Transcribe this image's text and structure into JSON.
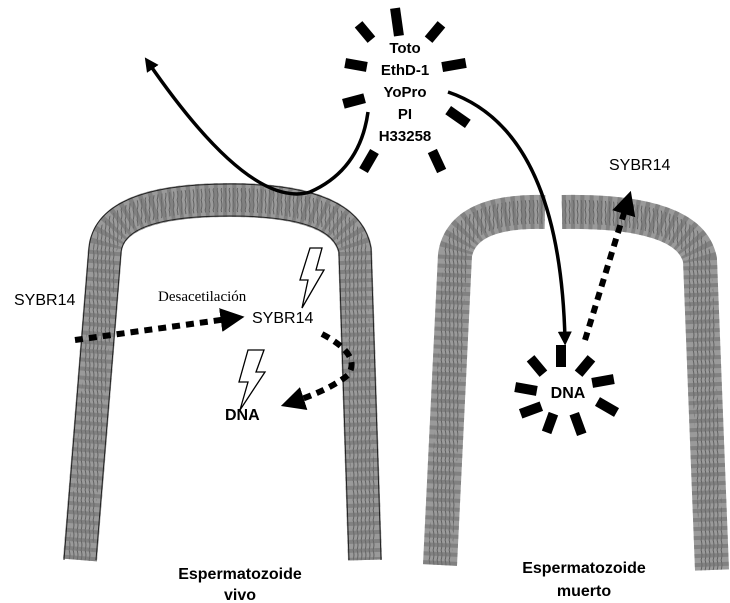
{
  "dyes": [
    "Toto",
    "EthD-1",
    "YoPro",
    "PI",
    "H33258"
  ],
  "labels": {
    "sybr_left": "SYBR14",
    "deacetylation": "Desacetilación",
    "sybr_inside": "SYBR14",
    "dna_live": "DNA",
    "sybr_exit": "SYBR14",
    "dna_dead": "DNA",
    "live_line1": "Espermatozoide",
    "live_line2": "vivo",
    "dead_line1": "Espermatozoide",
    "dead_line2": "muerto"
  }
}
